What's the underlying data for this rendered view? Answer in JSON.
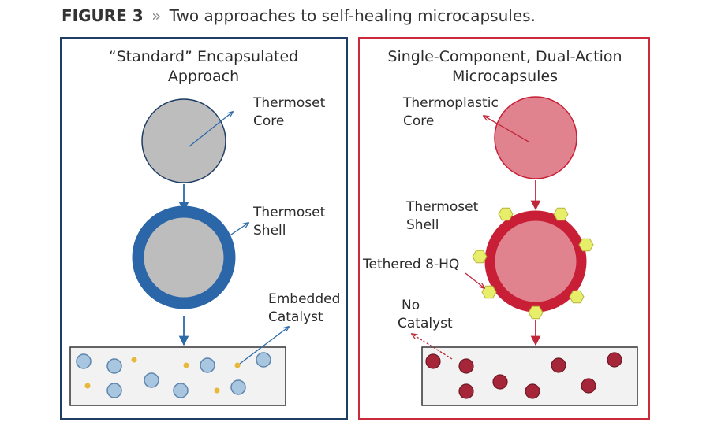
{
  "caption": {
    "figure_label": "FIGURE 3",
    "separator": "»",
    "text": "Two approaches to self-healing microcapsules."
  },
  "colors": {
    "left_border": "#1f3e66",
    "right_border": "#cc2a3a",
    "blue_arrow": "#2c6aa8",
    "red_arrow": "#c0283a",
    "gray_core": "#bdbdbd",
    "blue_shell": "#2a66a8",
    "pink_core": "#e0838f",
    "red_shell": "#c81f36",
    "hexagon": "#e6ee6a",
    "light_blue_particle": "#a9c6e0",
    "catalyst_dot": "#e8b83a",
    "dark_red_particle": "#a52638"
  },
  "left_panel": {
    "title_line1": "“Standard” Encapsulated",
    "title_line2": "Approach",
    "core_label_line1": "Thermoset",
    "core_label_line2": "Core",
    "shell_label_line1": "Thermoset",
    "shell_label_line2": "Shell",
    "catalyst_label_line1": "Embedded",
    "catalyst_label_line2": "Catalyst"
  },
  "right_panel": {
    "title_line1": "Single-Component, Dual-Action",
    "title_line2": "Microcapsules",
    "core_label_line1": "Thermoplastic",
    "core_label_line2": "Core",
    "shell_label_line1": "Thermoset",
    "shell_label_line2": "Shell",
    "tether_label": "Tethered 8-HQ",
    "no_catalyst_line1": "No",
    "no_catalyst_line2": "Catalyst"
  }
}
